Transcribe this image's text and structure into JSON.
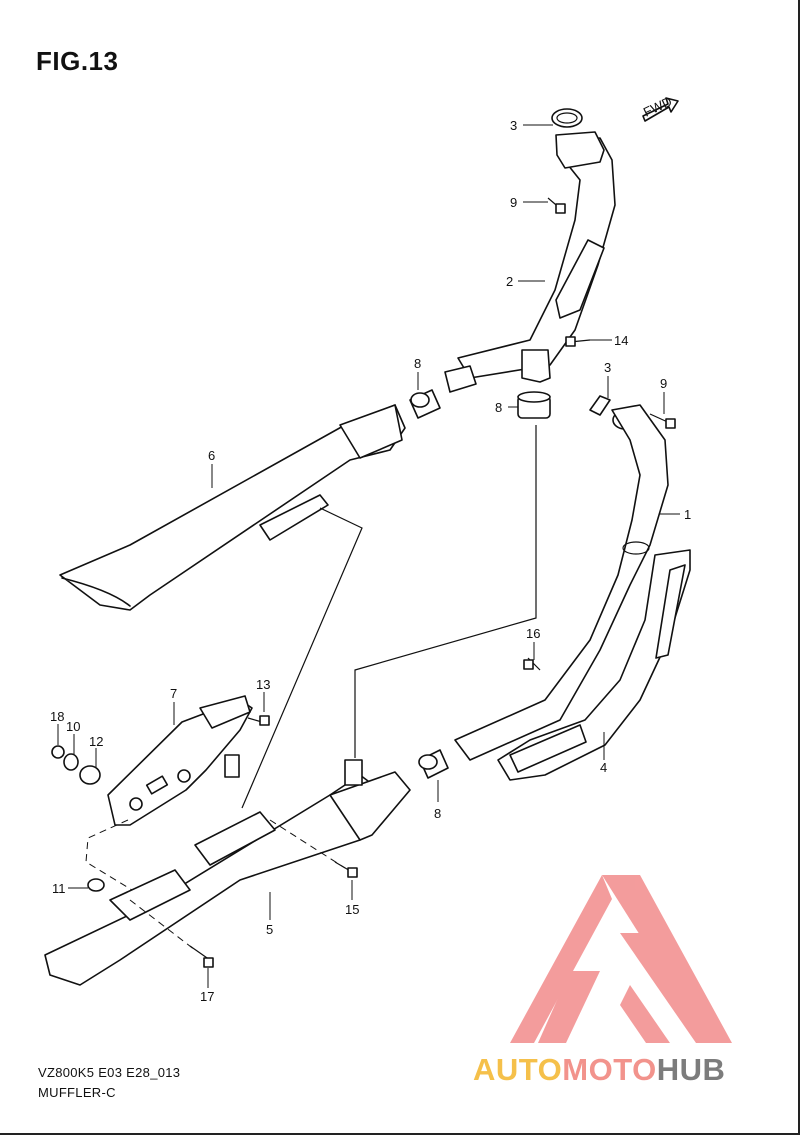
{
  "figure": {
    "title": "FIG.13",
    "code": "VZ800K5 E03 E28_013",
    "name": "MUFFLER-C",
    "fwd_label": "FWD"
  },
  "parts": {
    "p1": "1",
    "p2": "2",
    "p3a": "3",
    "p3b": "3",
    "p4": "4",
    "p5": "5",
    "p6": "6",
    "p7": "7",
    "p8a": "8",
    "p8b": "8",
    "p8c": "8",
    "p9a": "9",
    "p9b": "9",
    "p10": "10",
    "p11": "11",
    "p12": "12",
    "p13": "13",
    "p14": "14",
    "p15": "15",
    "p16": "16",
    "p17": "17",
    "p18": "18"
  },
  "watermark": {
    "word_auto": "AUTO",
    "word_moto": "MOTO",
    "word_hub": "HUB",
    "colors": {
      "auto": "#f5c04a",
      "moto": "#f2938c",
      "hub": "#7c7c7c",
      "logo": "#f28b8b"
    }
  }
}
